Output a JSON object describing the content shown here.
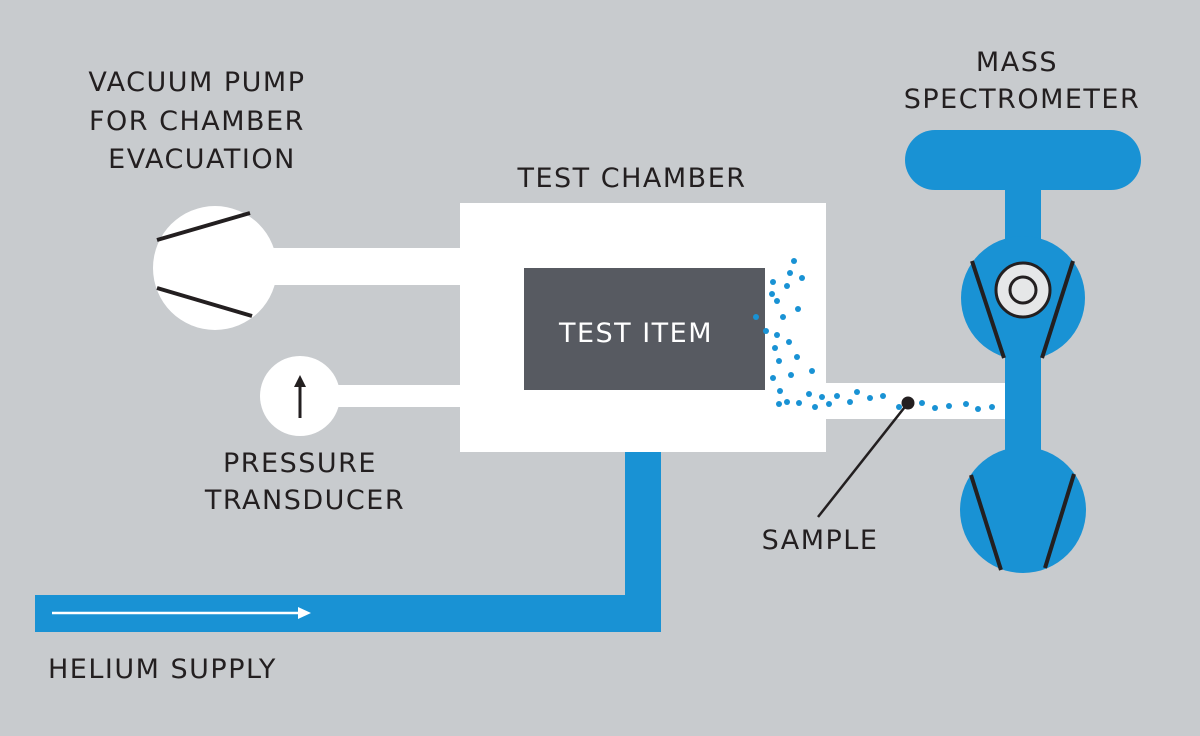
{
  "colors": {
    "background": "#c8cbce",
    "pipe_blue": "#1992d4",
    "chamber": "#ffffff",
    "test_item": "#575a61",
    "ink": "#231f20"
  },
  "labels": {
    "vacuum_pump": [
      "VACUUM PUMP",
      "FOR CHAMBER",
      "EVACUATION"
    ],
    "test_chamber": "TEST CHAMBER",
    "test_item": "TEST ITEM",
    "pressure_transducer": [
      "PRESSURE",
      "TRANSDUCER"
    ],
    "mass_spectrometer": [
      "MASS",
      "SPECTROMETER"
    ],
    "sample": "SAMPLE",
    "helium_supply": "HELIUM SUPPLY"
  },
  "icons": {
    "pressure_gauge": "arrow-up-icon",
    "flow_direction": "arrow-right-icon"
  }
}
